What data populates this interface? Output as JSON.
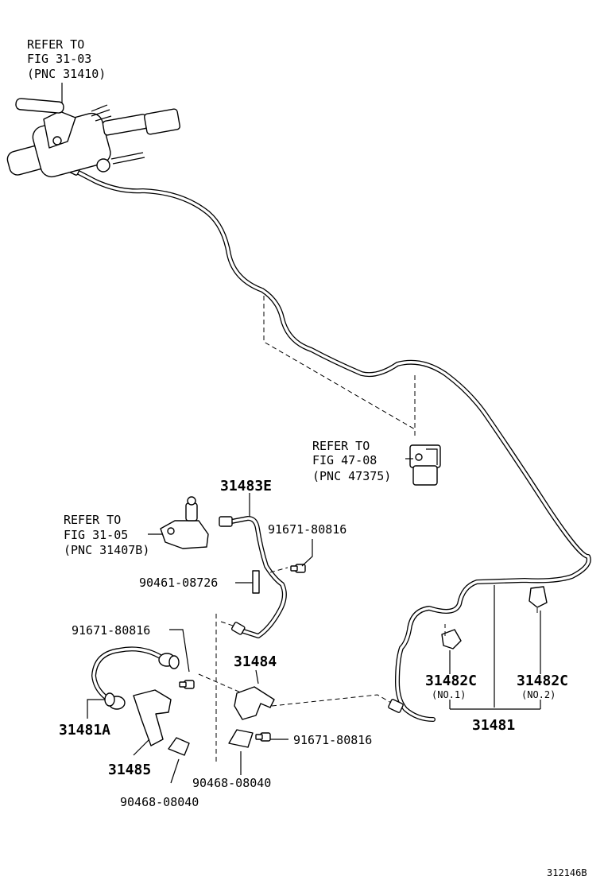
{
  "diagram_id": "312146B",
  "refs": {
    "master_cyl": {
      "l1": "REFER TO",
      "l2": "FIG 31-03",
      "l3": "(PNC 31410)"
    },
    "clamp": {
      "l1": "REFER TO",
      "l2": "FIG 47-08",
      "l3": "(PNC 47375)"
    },
    "release_cyl": {
      "l1": "REFER TO",
      "l2": "FIG 31-05",
      "l3": "(PNC 31407B)"
    }
  },
  "parts": {
    "p31483E": "31483E",
    "p91671_top": "91671-80816",
    "p90461": "90461-08726",
    "p91671_left": "91671-80816",
    "p31484": "31484",
    "p31481A": "31481A",
    "p31485": "31485",
    "p90468_mid": "90468-08040",
    "p90468_bot": "90468-08040",
    "p91671_low": "91671-80816",
    "p31482C_1": "31482C",
    "p31482C_1_note": "(NO.1)",
    "p31482C_2": "31482C",
    "p31482C_2_note": "(NO.2)",
    "p31481": "31481"
  }
}
